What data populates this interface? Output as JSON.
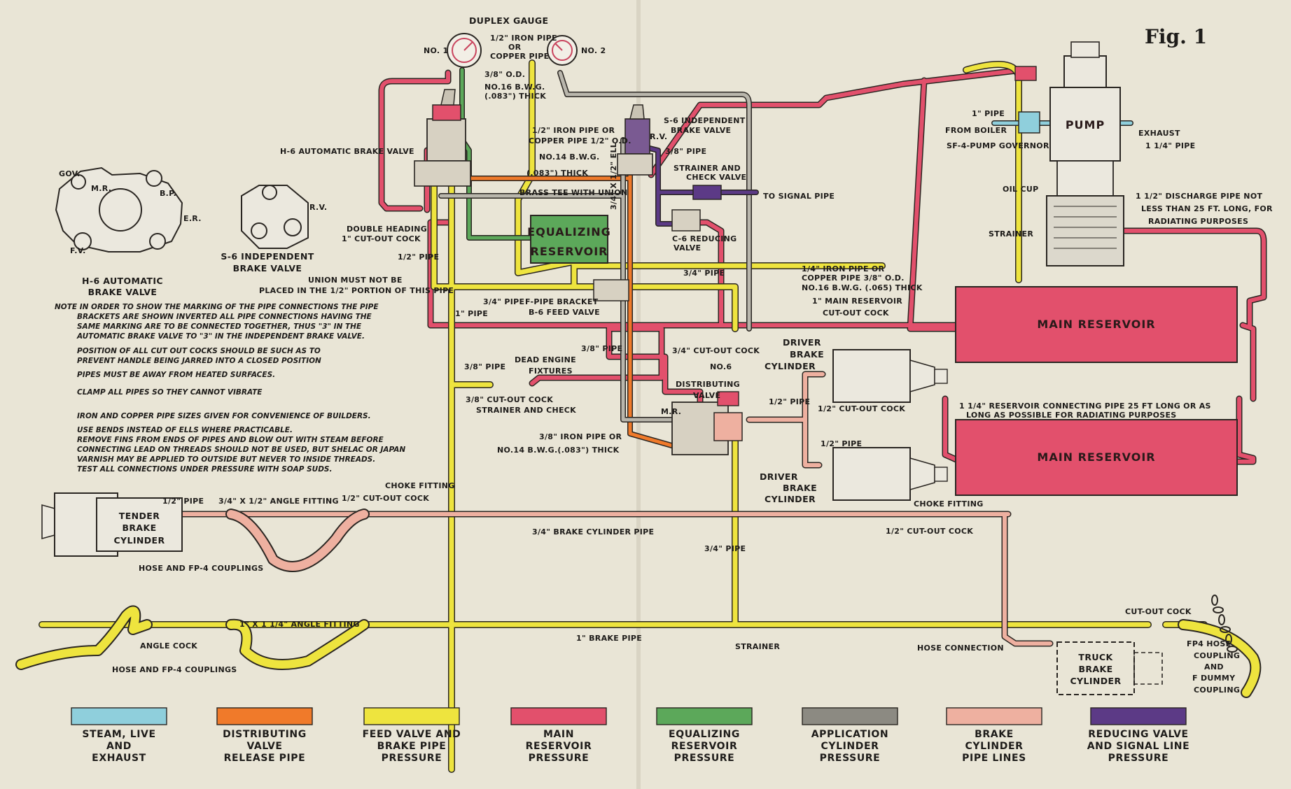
{
  "figure_label": "Fig. 1",
  "colors": {
    "steam": "#8fcfdc",
    "distributing": "#f07a2a",
    "feed": "#eee43e",
    "main_reservoir": "#e2506c",
    "equalizing": "#5ca85a",
    "application": "#8c8a82",
    "brake_cylinder": "#eeb0a0",
    "reducing": "#5c3a86",
    "background": "#e9e5d6",
    "ink": "#1e1c1a"
  },
  "components": {
    "equalizing_reservoir": [
      "EQUALIZING",
      "RESERVOIR"
    ],
    "main_reservoir_1": "MAIN RESERVOIR",
    "main_reservoir_2": "MAIN RESERVOIR",
    "pump": "PUMP",
    "tender_brake_cylinder": [
      "TENDER",
      "BRAKE",
      "CYLINDER"
    ],
    "truck_brake_cylinder": [
      "TRUCK",
      "BRAKE",
      "CYLINDER"
    ],
    "gauge_no1": "NO. 1",
    "gauge_no2": "NO. 2"
  },
  "labels": {
    "duplex_gauge": "DUPLEX GAUGE",
    "gauge_pipe_1": "1/2\" IRON PIPE",
    "gauge_pipe_2": "OR",
    "gauge_pipe_3": "COPPER PIPE",
    "gauge_od": "3/8\" O.D.",
    "gauge_bwg_1": "NO.16 B.W.G.",
    "gauge_bwg_2": "(.083\") THICK",
    "h6_valve": "H-6 AUTOMATIC BRAKE VALVE",
    "s6_valve_1": "S-6 INDEPENDENT",
    "s6_valve_2": "BRAKE VALVE",
    "rv": "R.V.",
    "iron_pipe_1": "1/2\" IRON PIPE OR",
    "iron_pipe_2": "COPPER PIPE 1/2\" O.D.",
    "iron_pipe_3": "NO.14 B.W.G.",
    "iron_pipe_4": "(.083\") THICK",
    "three_eighths_pipe": "3/8\" PIPE",
    "strainer_check_1": "STRAINER AND",
    "strainer_check_2": "CHECK VALVE",
    "to_signal": "TO SIGNAL PIPE",
    "brass_tee": "BRASS TEE WITH UNION",
    "c6_reducing_1": "C-6 REDUCING",
    "c6_reducing_2": "VALVE",
    "double_heading_1": "DOUBLE HEADING",
    "double_heading_2": "1\" CUT-OUT COCK",
    "half_pipe": "1/2\" PIPE",
    "union_note_1": "UNION MUST NOT BE",
    "union_note_2": "PLACED IN THE 1/2\" PORTION OF THIS PIPE",
    "ell": "3/4\" X 1/2\" ELL",
    "three_quarter_pipe": "3/4\" PIPE",
    "f_pipe_bracket": "F-PIPE BRACKET",
    "b6_feed": "B-6 FEED VALVE",
    "one_pipe": "1\" PIPE",
    "three_quarter_pipe_2": "3/4\" PIPE",
    "quarter_iron_1": "1/4\" IRON PIPE OR",
    "quarter_iron_2": "COPPER PIPE 3/8\" O.D.",
    "quarter_iron_3": "NO.16 B.W.G. (.065) THICK",
    "main_res_cutout_1": "1\" MAIN RESERVOIR",
    "main_res_cutout_2": "CUT-OUT COCK",
    "boiler_1": "1\" PIPE",
    "boiler_2": "FROM BOILER",
    "sf4_governor": "SF-4-PUMP GOVERNOR",
    "exhaust_1": "EXHAUST",
    "exhaust_2": "1 1/4\" PIPE",
    "oil_cup": "OIL CUP",
    "strainer_pump": "STRAINER",
    "discharge_1": "1 1/2\" DISCHARGE PIPE NOT",
    "discharge_2": "LESS THAN 25 FT. LONG, FOR",
    "discharge_3": "RADIATING PURPOSES",
    "reservoir_connecting": "1 1/4\" RESERVOIR CONNECTING PIPE 25 FT LONG OR AS",
    "reservoir_connecting_2": "LONG AS POSSIBLE FOR RADIATING PURPOSES",
    "dead_engine_1": "DEAD ENGINE",
    "dead_engine_2": "FIXTURES",
    "three_eighths_pipe_2": "3/8\" PIPE",
    "three_eighths_pipe_3": "3/8\" PIPE",
    "cutout_cock_small": "3/8\" CUT-OUT COCK",
    "strainer_and_check": "STRAINER AND CHECK",
    "cutout_cock_3": "3/4\" CUT-OUT COCK",
    "no6_dist_1": "NO.6",
    "no6_dist_2": "DISTRIBUTING",
    "no6_dist_3": "VALVE",
    "mr": "M.R.",
    "eighth_iron_1": "3/8\" IRON PIPE OR",
    "eighth_iron_2": "NO.14 B.W.G.(.083\") THICK",
    "driver_cyl_1": "DRIVER",
    "driver_cyl_2": "BRAKE",
    "driver_cyl_3": "CYLINDER",
    "half_pipe_2": "1/2\" PIPE",
    "cutout_cock_4": "1/2\" CUT-OUT COCK",
    "half_pipe_3": "1/2\" PIPE",
    "choke_fitting_1": "CHOKE FITTING",
    "choke_fitting_2": "CHOKE FITTING",
    "tender_half_pipe": "1/2\" PIPE",
    "angle_fitting": "3/4\" X 1/2\" ANGLE FITTING",
    "cutout_cock_5": "1/2\" CUT-OUT COCK",
    "brake_cyl_pipe": "3/4\" BRAKE CYLINDER PIPE",
    "cutout_cock_6": "1/2\" CUT-OUT COCK",
    "hose_fp4_1": "HOSE AND FP-4 COUPLINGS",
    "three_quarter_pipe_3": "3/4\" PIPE",
    "angle_fitting_2": "1\" X 1 1/4\" ANGLE FITTING",
    "angle_cock": "ANGLE COCK",
    "hose_fp4_2": "HOSE AND FP-4 COUPLINGS",
    "one_brake_pipe": "1\" BRAKE PIPE",
    "strainer_bottom": "STRAINER",
    "hose_connection": "HOSE CONNECTION",
    "cutout_cock_7": "CUT-OUT COCK",
    "fp4_hose_1": "FP4 HOSE",
    "fp4_hose_2": "COUPLING",
    "fp4_hose_3": "AND",
    "fp4_hose_4": "F DUMMY",
    "fp4_hose_5": "COUPLING",
    "h6_caption_1": "H-6 AUTOMATIC",
    "h6_caption_2": "BRAKE VALVE",
    "s6_caption_1": "S-6 INDEPENDENT",
    "s6_caption_2": "BRAKE VALVE",
    "gov": "GOV.",
    "mr_small": "M.R.",
    "bp_small": "B.P.",
    "er_small": "E.R.",
    "fv_small": "F.V.",
    "rv_small": "R.V."
  },
  "notes": [
    "NOTE IN ORDER TO SHOW THE MARKING OF THE PIPE CONNECTIONS THE PIPE",
    "BRACKETS ARE SHOWN INVERTED ALL PIPE CONNECTIONS HAVING THE",
    "SAME MARKING ARE TO BE CONNECTED TOGETHER, THUS \"3\" IN THE",
    "AUTOMATIC BRAKE VALVE TO \"3\" IN THE INDEPENDENT BRAKE VALVE.",
    "POSITION OF ALL CUT OUT COCKS SHOULD BE SUCH AS TO",
    "PREVENT HANDLE BEING JARRED INTO A CLOSED POSITION",
    "PIPES MUST BE AWAY FROM HEATED SURFACES.",
    "CLAMP ALL PIPES SO THEY CANNOT VIBRATE",
    "IRON AND COPPER PIPE SIZES GIVEN FOR CONVENIENCE OF BUILDERS.",
    "USE BENDS INSTEAD OF ELLS WHERE PRACTICABLE.",
    "REMOVE FINS FROM ENDS OF PIPES AND BLOW OUT WITH STEAM BEFORE",
    "CONNECTING LEAD ON THREADS SHOULD NOT BE USED, BUT SHELAC OR JAPAN",
    "VARNISH MAY BE APPLIED TO OUTSIDE BUT NEVER TO INSIDE THREADS.",
    "TEST ALL CONNECTIONS UNDER PRESSURE WITH SOAP SUDS."
  ],
  "legend": [
    {
      "lines": [
        "STEAM, LIVE",
        "AND",
        "EXHAUST"
      ]
    },
    {
      "lines": [
        "DISTRIBUTING",
        "VALVE",
        "RELEASE PIPE"
      ]
    },
    {
      "lines": [
        "FEED VALVE AND",
        "BRAKE PIPE",
        "PRESSURE"
      ]
    },
    {
      "lines": [
        "MAIN",
        "RESERVOIR",
        "PRESSURE"
      ]
    },
    {
      "lines": [
        "EQUALIZING",
        "RESERVOIR",
        "PRESSURE"
      ]
    },
    {
      "lines": [
        "APPLICATION",
        "CYLINDER",
        "PRESSURE"
      ]
    },
    {
      "lines": [
        "BRAKE",
        "CYLINDER",
        "PIPE LINES"
      ]
    },
    {
      "lines": [
        "REDUCING VALVE",
        "AND SIGNAL LINE",
        "PRESSURE"
      ]
    }
  ]
}
